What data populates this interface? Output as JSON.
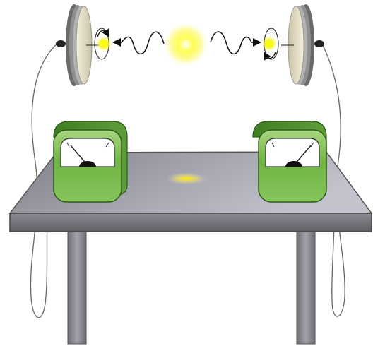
{
  "diagram": {
    "components": [
      {
        "id": "dish-left",
        "kind": "parabolic-dish-antenna"
      },
      {
        "id": "dish-right",
        "kind": "parabolic-dish-antenna"
      },
      {
        "id": "light-source",
        "kind": "glowing-light-source"
      },
      {
        "id": "meter-left",
        "kind": "analog-meter"
      },
      {
        "id": "meter-right",
        "kind": "analog-meter"
      },
      {
        "id": "table",
        "kind": "table"
      }
    ],
    "connections": [
      {
        "from": "dish-left",
        "to": "meter-left",
        "kind": "cable"
      },
      {
        "from": "dish-right",
        "to": "meter-right",
        "kind": "cable"
      },
      {
        "from": "light-source",
        "to": "dish-left",
        "kind": "wave"
      },
      {
        "from": "light-source",
        "to": "dish-right",
        "kind": "wave"
      }
    ],
    "colors": {
      "meter_green": "#7cc04f",
      "meter_dark": "#3f7d22",
      "table_top": "#9a9aa6",
      "table_edge": "#7c7c84",
      "dish_face": "#e8e1c8",
      "dish_rim": "#8f8f8f",
      "glow": "#fff200"
    }
  }
}
